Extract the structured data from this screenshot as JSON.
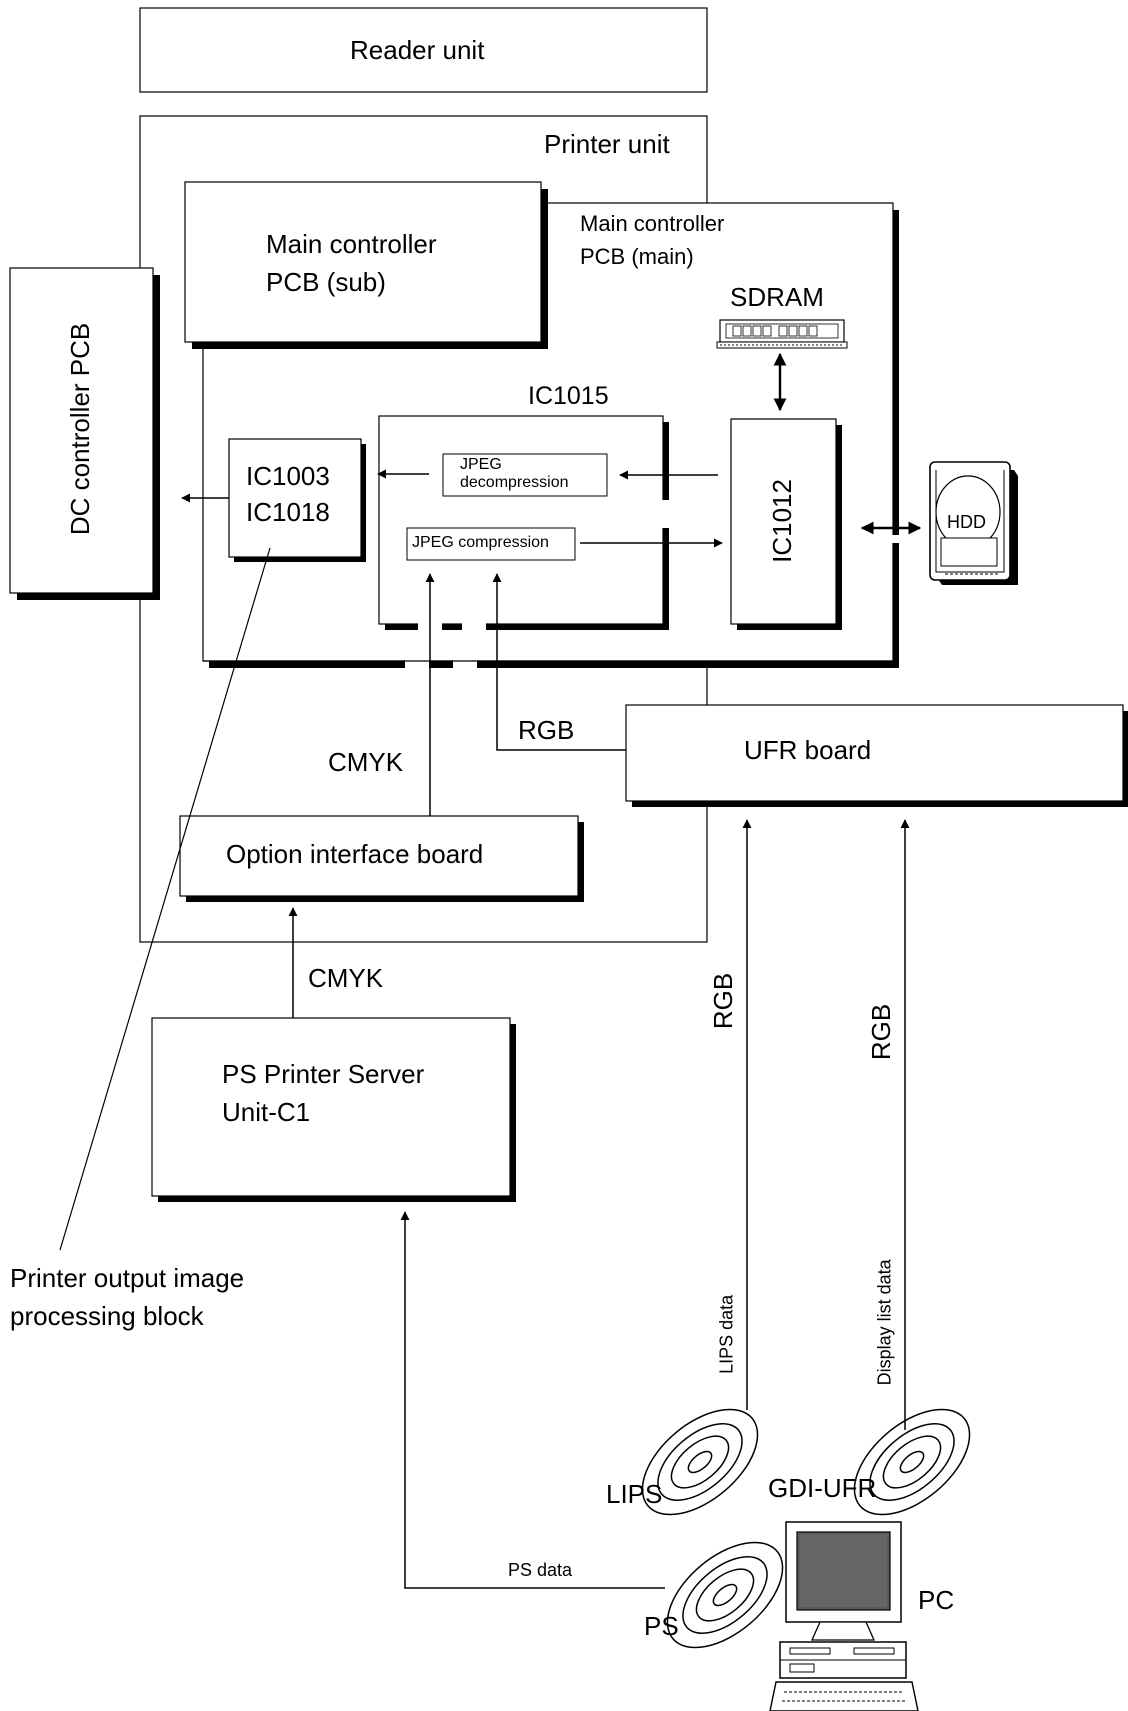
{
  "reader_unit": "Reader unit",
  "printer_unit": "Printer unit",
  "dc_controller": "DC controller PCB",
  "main_sub": {
    "line1": "Main controller",
    "line2": "PCB (sub)"
  },
  "main_main": {
    "line1": "Main controller",
    "line2": "PCB (main)"
  },
  "sdram": "SDRAM",
  "ic1015": "IC1015",
  "ic1003": "IC1003",
  "ic1018": "IC1018",
  "jpeg_decomp": {
    "line1": "JPEG",
    "line2": "decompression"
  },
  "jpeg_comp": "JPEG compression",
  "ic1012": "IC1012",
  "hdd": "HDD",
  "ufr_board": "UFR board",
  "option_if": "Option interface board",
  "ps_server": {
    "line1": "PS Printer Server",
    "line2": "Unit-C1"
  },
  "labels": {
    "rgb_top": "RGB",
    "cmyk_upper": "CMYK",
    "cmyk_lower": "CMYK",
    "rgb_vert1": "RGB",
    "rgb_vert2": "RGB",
    "lips_data": "LIPS data",
    "display_list_data": "Display list data",
    "ps_data": "PS data"
  },
  "printer_output": {
    "line1": "Printer output image",
    "line2": "processing block"
  },
  "discs": {
    "lips": "LIPS",
    "gdi_ufr": "GDI-UFR",
    "ps": "PS"
  },
  "pc": "PC"
}
